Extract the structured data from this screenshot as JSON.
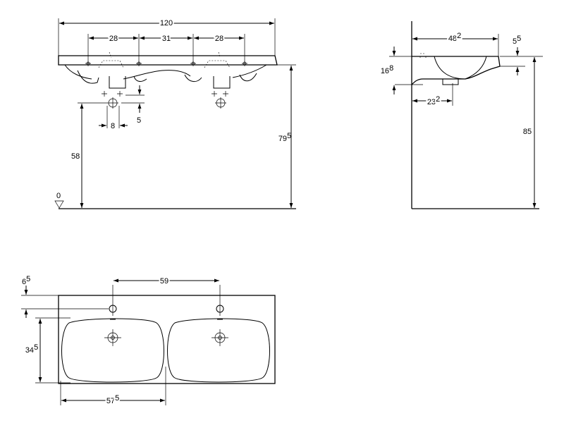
{
  "front": {
    "width_total": "120",
    "spacing_left": "28",
    "spacing_mid": "31",
    "spacing_right": "28",
    "height_rim": "79",
    "height_rim_sup": "5",
    "height_drain": "58",
    "drain_width": "8",
    "drain_offset": "5",
    "floor_zero": "0"
  },
  "side": {
    "depth": "48",
    "depth_sup": "2",
    "rim_offset": "5",
    "rim_offset_sup": "5",
    "bowl_height": "16",
    "bowl_height_sup": "8",
    "drain_depth": "23",
    "drain_depth_sup": "2",
    "total_height": "85"
  },
  "plan": {
    "tap_spacing": "59",
    "tap_offset": "6",
    "tap_offset_sup": "5",
    "bowl_depth": "34",
    "bowl_depth_sup": "5",
    "bowl_width": "57",
    "bowl_width_sup": "5"
  }
}
